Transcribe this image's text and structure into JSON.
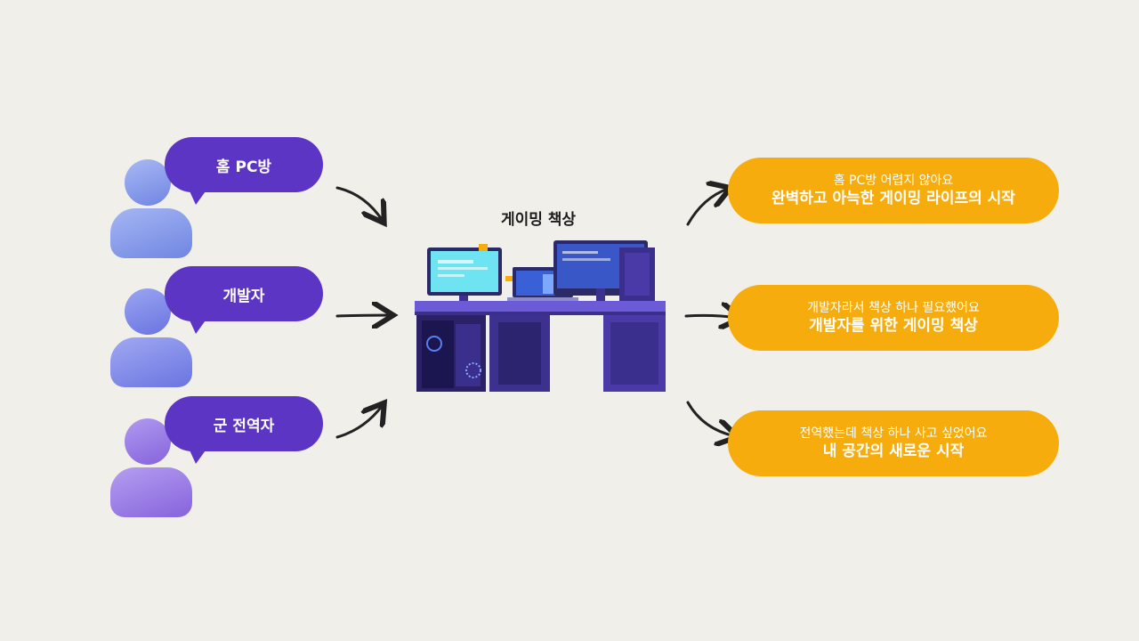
{
  "personas": [
    {
      "label": "홈 PC방",
      "color": "#7b8fe6"
    },
    {
      "label": "개발자",
      "color": "#7b7ee6"
    },
    {
      "label": "군 전역자",
      "color": "#8b6ae0"
    }
  ],
  "center": {
    "title": "게이밍 책상"
  },
  "outcomes": [
    {
      "sub": "홈 PC방 어렵지 않아요",
      "main": "완벽하고 아늑한 게이밍 라이프의 시작"
    },
    {
      "sub": "개발자라서 책상 하나 필요했어요",
      "main": "개발자를 위한 게이밍 책상"
    },
    {
      "sub": "전역했는데 책상 하나 사고 싶었어요",
      "main": "내 공간의 새로운 시작"
    }
  ],
  "colors": {
    "bubble": "#5c35c4",
    "outcome": "#f6ac0c",
    "background": "#f1efea"
  }
}
